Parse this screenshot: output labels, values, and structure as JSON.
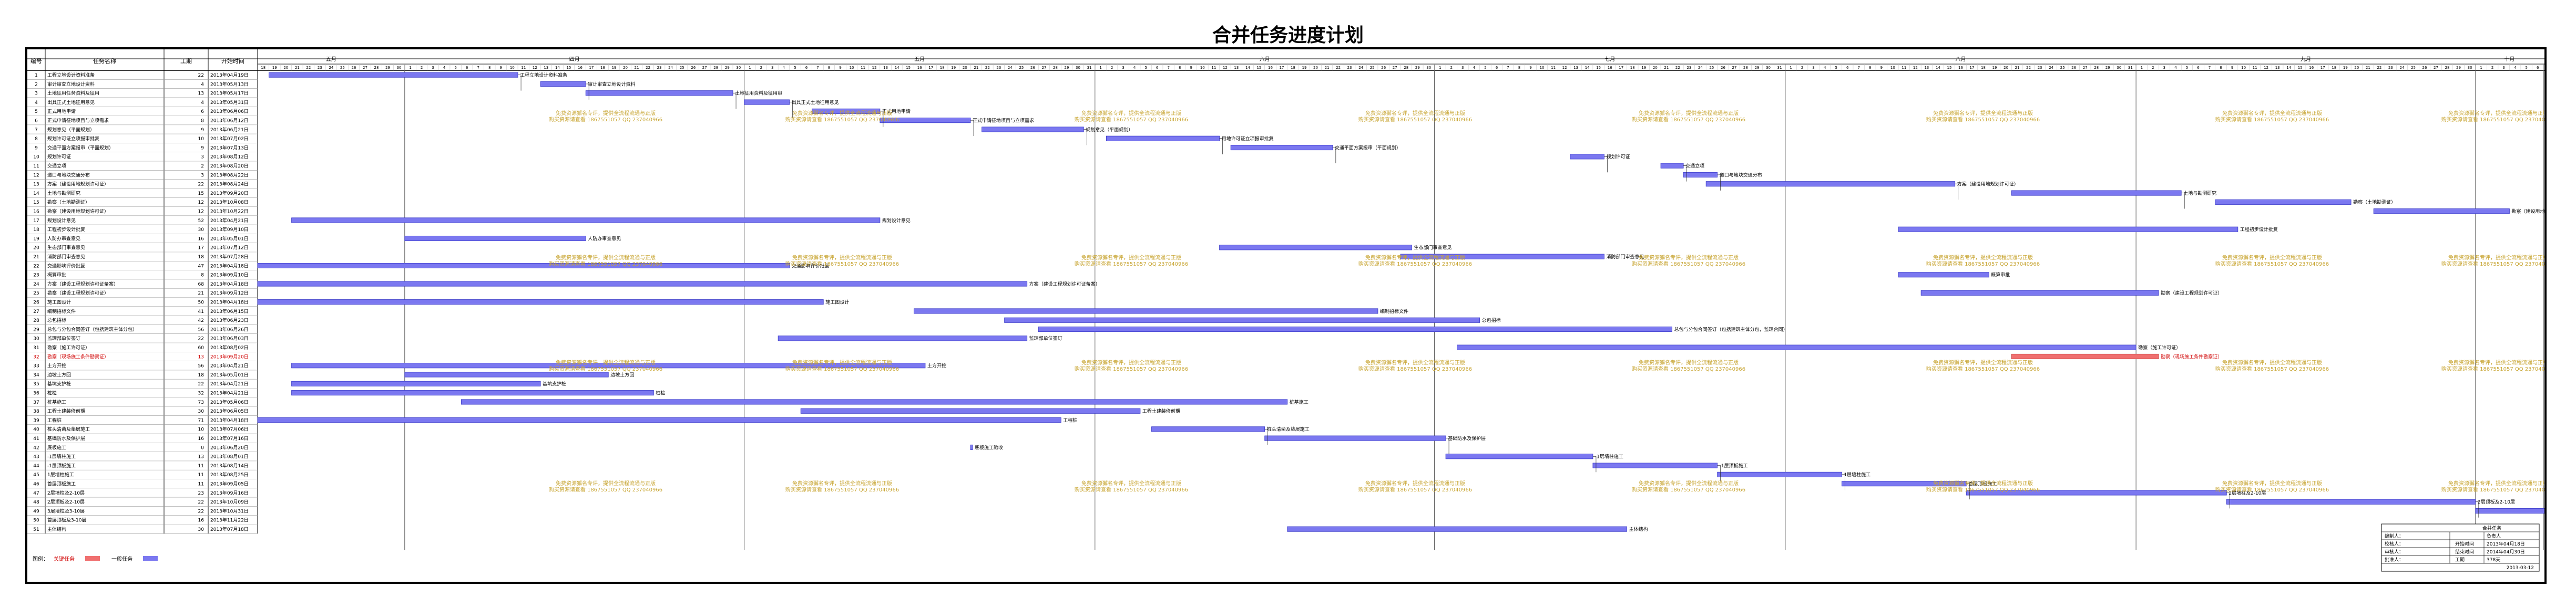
{
  "title": "合并任务进度计划",
  "columns": {
    "id": "编号",
    "name": "任务名称",
    "duration": "工期",
    "start": "开始时间"
  },
  "months": [
    "五月",
    "四月",
    "五月",
    "六月",
    "七月",
    "八月",
    "九月",
    "十月"
  ],
  "month_days": [
    13,
    30,
    31,
    30,
    31,
    31,
    30,
    6
  ],
  "timeline_start_day": 18,
  "watermark": {
    "line1": "免费资源獬名专评，提供全流程流通与正版",
    "line2": "购买资源请查看 1867551057 QQ 237040966"
  },
  "tasks": [
    {
      "id": "1",
      "name": "工程立地设计资料准备",
      "dur": "22",
      "start": "2013年04月19日",
      "s": 1,
      "d": 22,
      "label": "工程立地设计资料准备"
    },
    {
      "id": "2",
      "name": "审计审查立地设计资料",
      "dur": "4",
      "start": "2013年05月13日",
      "s": 25,
      "d": 4,
      "label": "审计审查立地设计资料"
    },
    {
      "id": "3",
      "name": "土地征用任务资料及征用",
      "dur": "13",
      "start": "2013年05月17日",
      "s": 29,
      "d": 13,
      "label": "土地征用资料及征用审"
    },
    {
      "id": "4",
      "name": "出具正式土地征用意见",
      "dur": "4",
      "start": "2013年05月31日",
      "s": 43,
      "d": 4,
      "label": "出具正式土地征用意见"
    },
    {
      "id": "5",
      "name": "正式用地申请",
      "dur": "6",
      "start": "2013年06月06日",
      "s": 49,
      "d": 6,
      "label": "正式用地申请"
    },
    {
      "id": "6",
      "name": "正式申请征地项目与立项需求",
      "dur": "8",
      "start": "2013年06月12日",
      "s": 55,
      "d": 8,
      "label": "正式申请征地项目与立项需求"
    },
    {
      "id": "7",
      "name": "规划意见（平面规划）",
      "dur": "9",
      "start": "2013年06月21日",
      "s": 64,
      "d": 9,
      "label": "规划意见（平面规划）"
    },
    {
      "id": "8",
      "name": "规划许可证立项报审批复",
      "dur": "10",
      "start": "2013年07月02日",
      "s": 75,
      "d": 10,
      "label": "用地许可证立项报审批复"
    },
    {
      "id": "9",
      "name": "交通平面方案报审（平面规划）",
      "dur": "9",
      "start": "2013年07月13日",
      "s": 86,
      "d": 9,
      "label": "交通平面方案报审（平面规划）"
    },
    {
      "id": "10",
      "name": "规划许可证",
      "dur": "3",
      "start": "2013年08月12日",
      "s": 116,
      "d": 3,
      "label": "规划许可证"
    },
    {
      "id": "11",
      "name": "交通立项",
      "dur": "2",
      "start": "2013年08月20日",
      "s": 124,
      "d": 2,
      "label": "交通立项"
    },
    {
      "id": "12",
      "name": "道口与地块交通分布",
      "dur": "3",
      "start": "2013年08月22日",
      "s": 126,
      "d": 3,
      "label": "道口与地块交通分布"
    },
    {
      "id": "13",
      "name": "方案（建设用地规划许可证）",
      "dur": "22",
      "start": "2013年08月24日",
      "s": 128,
      "d": 22,
      "label": "方案（建设用地规划许可证）"
    },
    {
      "id": "14",
      "name": "土地与勘测研究",
      "dur": "15",
      "start": "2013年09月20日",
      "s": 155,
      "d": 15,
      "label": "土地与勘测研究"
    },
    {
      "id": "15",
      "name": "勘察（土地勘测证）",
      "dur": "12",
      "start": "2013年10月08日",
      "s": 173,
      "d": 12,
      "label": "勘察（土地勘测证）"
    },
    {
      "id": "16",
      "name": "勘察（建设用地规划许可证）",
      "dur": "12",
      "start": "2013年10月22日",
      "s": 187,
      "d": 12,
      "label": "勘察（建设用地规划许可证）"
    },
    {
      "id": "17",
      "name": "规划设计意见",
      "dur": "52",
      "start": "2013年04月21日",
      "s": 3,
      "d": 52,
      "label": "规划设计意见"
    },
    {
      "id": "18",
      "name": "工程初步设计批复",
      "dur": "30",
      "start": "2013年09月10日",
      "s": 145,
      "d": 30,
      "label": "工程初步设计批复"
    },
    {
      "id": "19",
      "name": "人防办审查意见",
      "dur": "16",
      "start": "2013年05月01日",
      "s": 13,
      "d": 16,
      "label": "人防办审查意见"
    },
    {
      "id": "20",
      "name": "生态部门审查意见",
      "dur": "17",
      "start": "2013年07月12日",
      "s": 85,
      "d": 17,
      "label": "生态部门审查意见"
    },
    {
      "id": "21",
      "name": "消防部门审查意见",
      "dur": "18",
      "start": "2013年07月28日",
      "s": 101,
      "d": 18,
      "label": "消防部门审查意见"
    },
    {
      "id": "22",
      "name": "交通影响评价批复",
      "dur": "47",
      "start": "2013年04月18日",
      "s": 0,
      "d": 47,
      "label": "交通影响评价批复"
    },
    {
      "id": "23",
      "name": "概算审批",
      "dur": "8",
      "start": "2013年09月10日",
      "s": 145,
      "d": 8,
      "label": "概算审批"
    },
    {
      "id": "24",
      "name": "方案（建设工程规划许可证备案）",
      "dur": "68",
      "start": "2013年04月18日",
      "s": 0,
      "d": 68,
      "label": "方案（建设工程规划许可证备案）"
    },
    {
      "id": "25",
      "name": "勘察（建设工程规划许可证）",
      "dur": "21",
      "start": "2013年09月12日",
      "s": 147,
      "d": 21,
      "label": "勘察（建设工程规划许可证）"
    },
    {
      "id": "26",
      "name": "施工图设计",
      "dur": "50",
      "start": "2013年04月18日",
      "s": 0,
      "d": 50,
      "label": "施工图设计"
    },
    {
      "id": "27",
      "name": "编制招标文件",
      "dur": "41",
      "start": "2013年06月15日",
      "s": 58,
      "d": 41,
      "label": "编制招标文件"
    },
    {
      "id": "28",
      "name": "总包招标",
      "dur": "42",
      "start": "2013年06月23日",
      "s": 66,
      "d": 42,
      "label": "总包招标"
    },
    {
      "id": "29",
      "name": "总包与分包合同签订（包括建筑主体分包）",
      "dur": "56",
      "start": "2013年06月26日",
      "s": 69,
      "d": 56,
      "label": "总包与分包合同签订（包括建筑主体分包，监理合同）"
    },
    {
      "id": "30",
      "name": "监理部单位签订",
      "dur": "22",
      "start": "2013年06月03日",
      "s": 46,
      "d": 22,
      "label": "监理部单位签订"
    },
    {
      "id": "31",
      "name": "勘察（施工许可证）",
      "dur": "60",
      "start": "2013年08月02日",
      "s": 106,
      "d": 60,
      "label": "勘察（施工许可证）"
    },
    {
      "id": "32",
      "name": "勘察（现场施工条件勘察证）",
      "dur": "13",
      "start": "2013年09月20日",
      "s": 155,
      "d": 13,
      "label": "勘察（现场施工条件勘察证）",
      "critical": true
    },
    {
      "id": "33",
      "name": "土方开挖",
      "dur": "56",
      "start": "2013年04月21日",
      "s": 3,
      "d": 56,
      "label": "土方开挖"
    },
    {
      "id": "34",
      "name": "边坡土方回",
      "dur": "18",
      "start": "2013年05月01日",
      "s": 13,
      "d": 18,
      "label": "边坡土方回"
    },
    {
      "id": "35",
      "name": "基坑支护桩",
      "dur": "22",
      "start": "2013年04月21日",
      "s": 3,
      "d": 22,
      "label": "基坑支护桩"
    },
    {
      "id": "36",
      "name": "桩检",
      "dur": "32",
      "start": "2013年04月21日",
      "s": 3,
      "d": 32,
      "label": "桩检"
    },
    {
      "id": "37",
      "name": "桩基施工",
      "dur": "73",
      "start": "2013年05月06日",
      "s": 18,
      "d": 73,
      "label": "桩基施工"
    },
    {
      "id": "38",
      "name": "工程土建装修前期",
      "dur": "30",
      "start": "2013年06月05日",
      "s": 48,
      "d": 30,
      "label": "工程土建装修前期"
    },
    {
      "id": "39",
      "name": "工程桩",
      "dur": "71",
      "start": "2013年04月18日",
      "s": 0,
      "d": 71,
      "label": "工程桩"
    },
    {
      "id": "40",
      "name": "桩头清凿及垫层施工",
      "dur": "10",
      "start": "2013年07月06日",
      "s": 79,
      "d": 10,
      "label": "桩头清凿及垫层施工"
    },
    {
      "id": "41",
      "name": "基础防水及保护层",
      "dur": "16",
      "start": "2013年07月16日",
      "s": 89,
      "d": 16,
      "label": "基础防水及保护层"
    },
    {
      "id": "42",
      "name": "底板施工",
      "dur": "0",
      "start": "2013年06月20日",
      "s": 63,
      "d": 0,
      "label": "底板施工验收"
    },
    {
      "id": "43",
      "name": "-1层墙柱施工",
      "dur": "13",
      "start": "2013年08月01日",
      "s": 105,
      "d": 13,
      "label": "-1层墙柱施工"
    },
    {
      "id": "44",
      "name": "-1层顶板施工",
      "dur": "11",
      "start": "2013年08月14日",
      "s": 118,
      "d": 11,
      "label": "-1层顶板施工"
    },
    {
      "id": "45",
      "name": "1层墙柱施工",
      "dur": "11",
      "start": "2013年08月25日",
      "s": 129,
      "d": 11,
      "label": "1层墙柱施工"
    },
    {
      "id": "46",
      "name": "首层顶板施工",
      "dur": "11",
      "start": "2013年09月05日",
      "s": 140,
      "d": 11,
      "label": "首层顶板施工"
    },
    {
      "id": "47",
      "name": "2层墙柱及2-10层",
      "dur": "23",
      "start": "2013年09月16日",
      "s": 151,
      "d": 23,
      "label": "2层墙柱及2-10层"
    },
    {
      "id": "48",
      "name": "2层顶板及2-10层",
      "dur": "22",
      "start": "2013年10月09日",
      "s": 174,
      "d": 22,
      "label": "2层顶板及2-10层"
    },
    {
      "id": "49",
      "name": "3层墙柱及3-10层",
      "dur": "22",
      "start": "2013年10月31日",
      "s": 196,
      "d": 22,
      "label": "3层墙柱及3-10层"
    },
    {
      "id": "50",
      "name": "首层顶板及3-10层",
      "dur": "16",
      "start": "2013年11月22日",
      "s": 218,
      "d": 16,
      "label": "首层顶板及3-10层"
    },
    {
      "id": "51",
      "name": "主体结构",
      "dur": "30",
      "start": "2013年07月18日",
      "s": 91,
      "d": 30,
      "label": "主体结构"
    }
  ],
  "legend": {
    "label": "图例：",
    "critical": "关键任务",
    "normal": "一般任务"
  },
  "info_box": {
    "header": "合并任务",
    "rows": [
      {
        "k": "编制人：",
        "v1": "",
        "v2": "负责人"
      },
      {
        "k": "校核人：",
        "v1": "开始时间",
        "v2": "2013年04月18日"
      },
      {
        "k": "审核人：",
        "v1": "结束时间",
        "v2": "2014年04月30日"
      },
      {
        "k": "批准人：",
        "v1": "工期",
        "v2": "378天"
      }
    ],
    "date": "2013-03-12"
  },
  "colors": {
    "bar": "#7b78f0",
    "bar_edge": "#3838c8",
    "critical": "#f07070",
    "watermark": "#c8a532",
    "grid": "#9a9a9a",
    "month_line": "#555555",
    "link": "#222222"
  }
}
